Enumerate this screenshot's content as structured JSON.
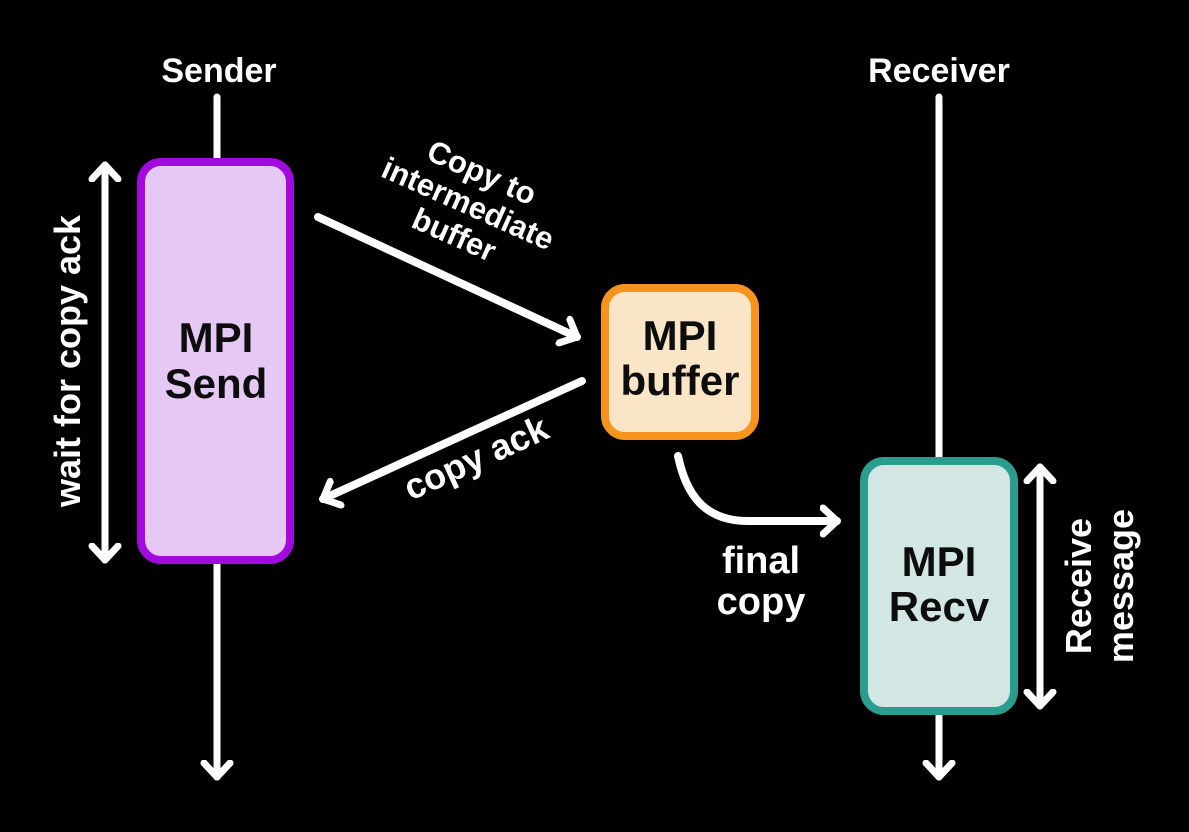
{
  "diagram": {
    "title_semantic": "MPI buffered send/receive sequence diagram",
    "colors": {
      "background": "#000000",
      "ink": "#FFFFFF"
    },
    "sender": {
      "label": "Sender"
    },
    "receiver": {
      "label": "Receiver"
    },
    "boxes": {
      "mpi_send": {
        "line1": "MPI",
        "line2": "Send",
        "border": "#A30ADE",
        "fill": "#E6C8F4"
      },
      "mpi_buffer": {
        "line1": "MPI",
        "line2": "buffer",
        "border": "#F7941D",
        "fill": "#FBE5C7"
      },
      "mpi_recv": {
        "line1": "MPI",
        "line2": "Recv",
        "border": "#2A9D8F",
        "fill": "#D2E6E3"
      }
    },
    "labels": {
      "wait_for_copy_ack": "wait for copy ack",
      "copy_to_intermediate": {
        "line1": "Copy to",
        "line2": "intermediate",
        "line3": "buffer"
      },
      "copy_ack": "copy ack",
      "final_copy": {
        "line1": "final",
        "line2": "copy"
      },
      "receive_message": {
        "line1": "Receive",
        "line2": "message"
      }
    }
  }
}
